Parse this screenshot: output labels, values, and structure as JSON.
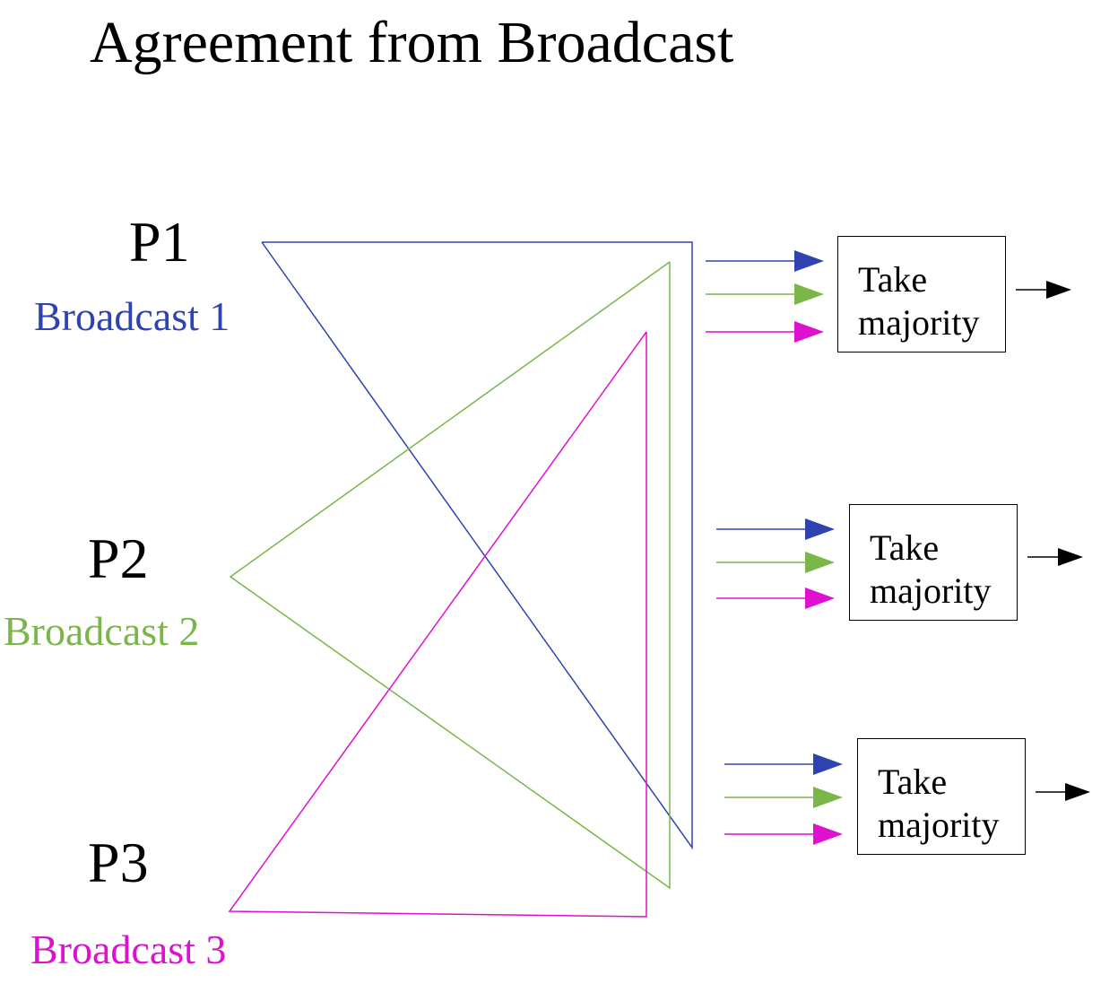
{
  "title": "Agreement from Broadcast",
  "colors": {
    "blue": "#2e43b0",
    "green": "#7ab648",
    "magenta": "#e010d0",
    "black": "#000000"
  },
  "processes": [
    {
      "label": "P1",
      "broadcast": "Broadcast 1",
      "color": "#2e43b0"
    },
    {
      "label": "P2",
      "broadcast": "Broadcast 2",
      "color": "#7ab648"
    },
    {
      "label": "P3",
      "broadcast": "Broadcast 3",
      "color": "#e010d0"
    }
  ],
  "majority_boxes": [
    {
      "line1": "Take",
      "line2": "majority"
    },
    {
      "line1": "Take",
      "line2": "majority"
    },
    {
      "line1": "Take",
      "line2": "majority"
    }
  ]
}
